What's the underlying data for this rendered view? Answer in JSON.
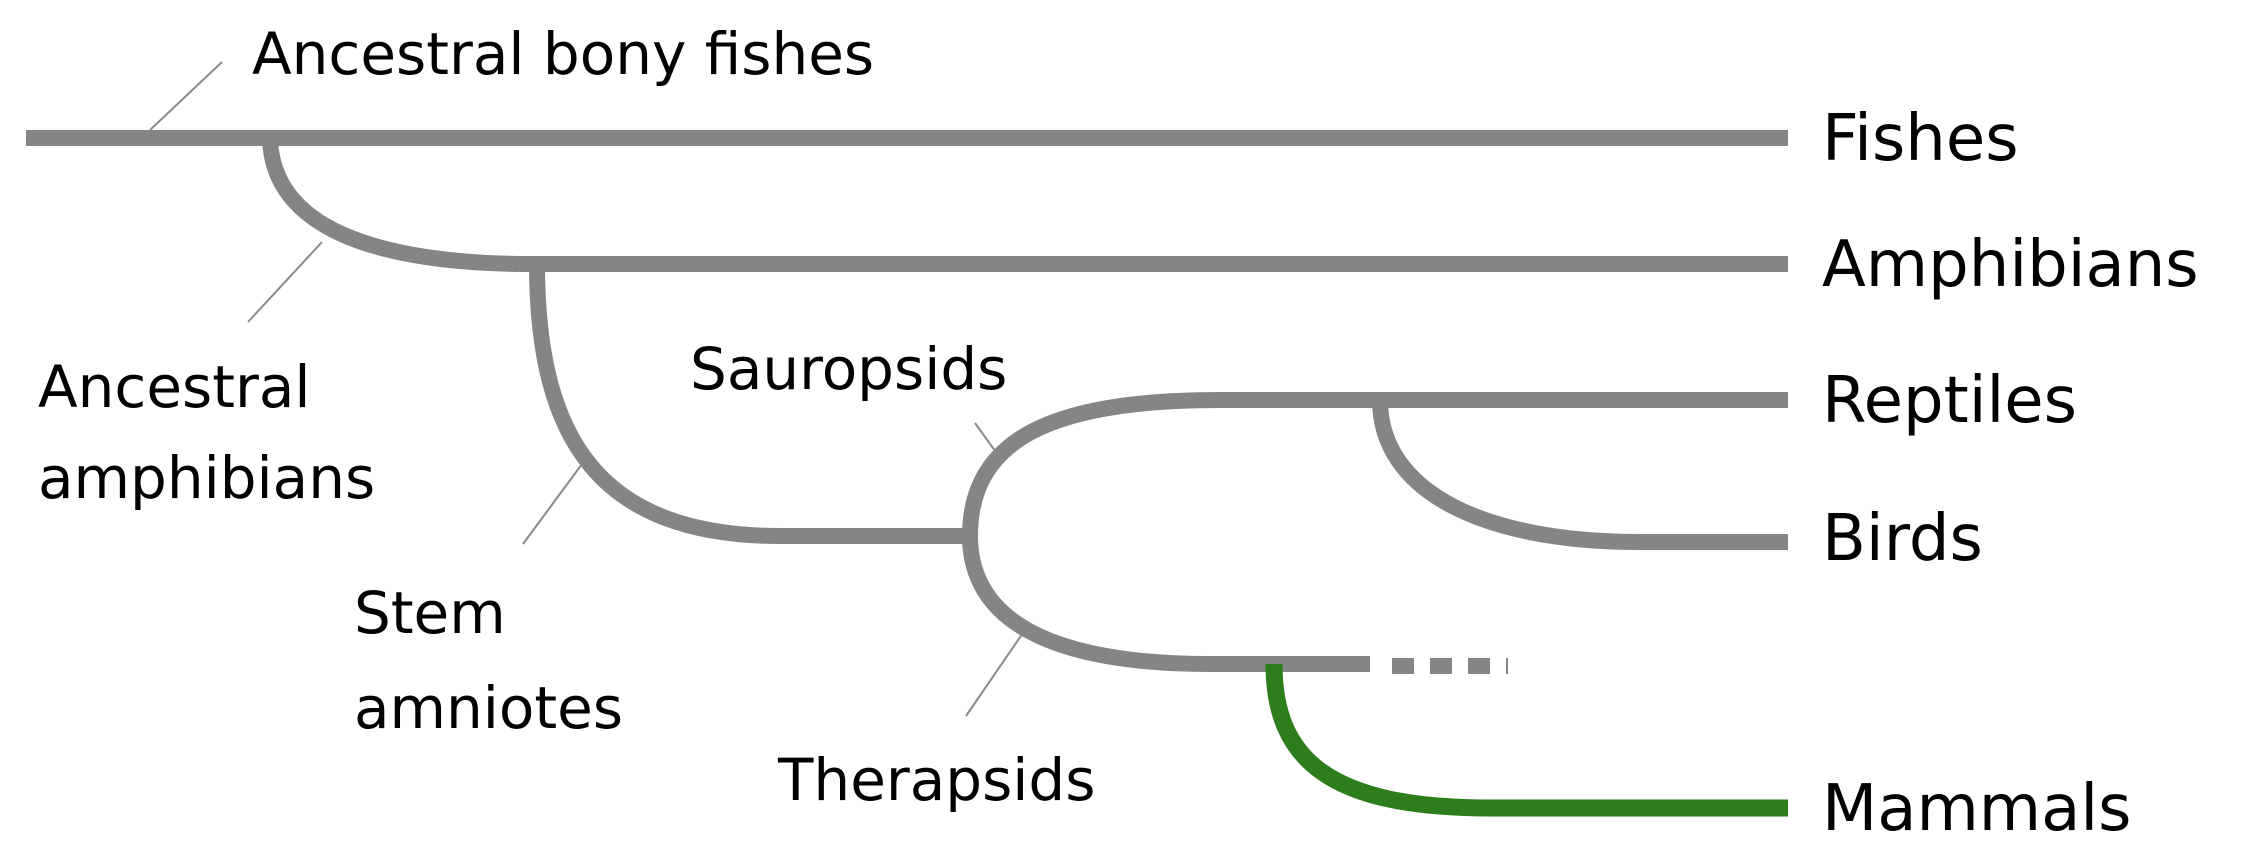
{
  "labels": {
    "ancestral_bony_fishes": "Ancestral bony fishes",
    "fishes": "Fishes",
    "amphibians": "Amphibians",
    "ancestral_amphibians_line1": "Ancestral",
    "ancestral_amphibians_line2": "amphibians",
    "sauropsids": "Sauropsids",
    "reptiles": "Reptiles",
    "birds": "Birds",
    "stem_amniotes_line1": "Stem",
    "stem_amniotes_line2": "amniotes",
    "therapsids": "Therapsids",
    "mammals": "Mammals"
  },
  "colors": {
    "branch": "#858585",
    "mammal_branch": "#2e7d1d",
    "mammal_label": "#2e7d1d",
    "text": "#000000"
  },
  "highlighted_lineage": "mammals",
  "continuation_marker": "dotted"
}
